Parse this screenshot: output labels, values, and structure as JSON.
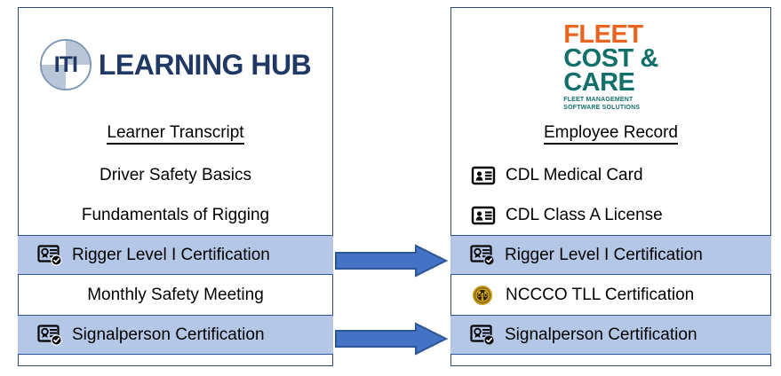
{
  "left_panel": {
    "logo": {
      "badge_text": "ITI",
      "wordmark": "LEARNING HUB",
      "icon": "iti-circle-logo"
    },
    "heading": "Learner Transcript",
    "items": [
      {
        "label": "Driver Safety Basics",
        "icon": "",
        "highlight": false
      },
      {
        "label": "Fundamentals of Rigging",
        "icon": "",
        "highlight": false
      },
      {
        "label": "Rigger Level I Certification",
        "icon": "certificate-check-icon",
        "highlight": true
      },
      {
        "label": "Monthly Safety Meeting",
        "icon": "",
        "highlight": false
      },
      {
        "label": "Signalperson Certification",
        "icon": "certificate-check-icon",
        "highlight": true
      }
    ]
  },
  "right_panel": {
    "logo": {
      "line1": "FLEET",
      "line2": "COST &",
      "line3": "CARE",
      "tagline1": "FLEET MANAGEMENT",
      "tagline2": "SOFTWARE SOLUTIONS",
      "icon": "fleet-cost-care-logo"
    },
    "heading": "Employee Record",
    "items": [
      {
        "label": "CDL Medical Card",
        "icon": "id-card-icon",
        "highlight": false
      },
      {
        "label": "CDL Class A License",
        "icon": "id-card-icon",
        "highlight": false
      },
      {
        "label": "Rigger Level I Certification",
        "icon": "certificate-check-icon",
        "highlight": true
      },
      {
        "label": "NCCCO TLL Certification",
        "icon": "nccco-medallion-icon",
        "highlight": false
      },
      {
        "label": "Signalperson Certification",
        "icon": "certificate-check-icon",
        "highlight": true
      }
    ]
  },
  "arrows": [
    {
      "name": "sync-arrow-rigger",
      "direction": "right"
    },
    {
      "name": "sync-arrow-signalperson",
      "direction": "right"
    }
  ],
  "colors": {
    "highlight_fill": "#B4C7E7",
    "highlight_border": "#2E5597",
    "arrow_fill": "#4472C4",
    "arrow_border": "#2E5597",
    "panel_border": "#2E4B6E",
    "iti_navy": "#1F3864",
    "fleet_orange": "#E8651F",
    "care_teal": "#12706B",
    "nccco_gold": "#C79A16"
  }
}
